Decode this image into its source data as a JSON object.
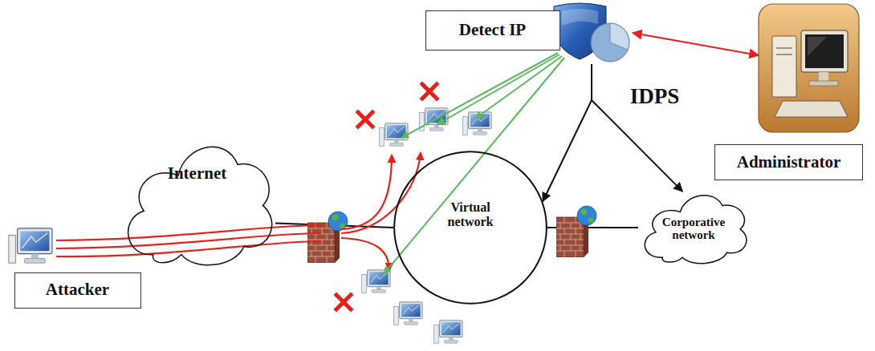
{
  "diagram": {
    "nodes": [
      {
        "text": [
          "Detect IP"
        ]
      },
      {
        "text": [
          "IDPS"
        ]
      },
      {
        "text": [
          "Administrator"
        ]
      },
      {
        "text": [
          "Internet"
        ]
      },
      {
        "text": [
          "Virtual network"
        ]
      },
      {
        "text": [
          "Corporative network"
        ]
      },
      {
        "text": [
          "Attacker"
        ]
      }
    ],
    "edges": [
      {
        "from": 1,
        "to": 2,
        "arrow": "both"
      },
      {
        "from": 1,
        "to": 4,
        "arrow": "to"
      },
      {
        "from": 1,
        "to": 5,
        "arrow": "to"
      },
      {
        "from": 3,
        "to": 4,
        "arrow": "none"
      },
      {
        "from": 4,
        "to": 5,
        "arrow": "none"
      }
    ]
  }
}
